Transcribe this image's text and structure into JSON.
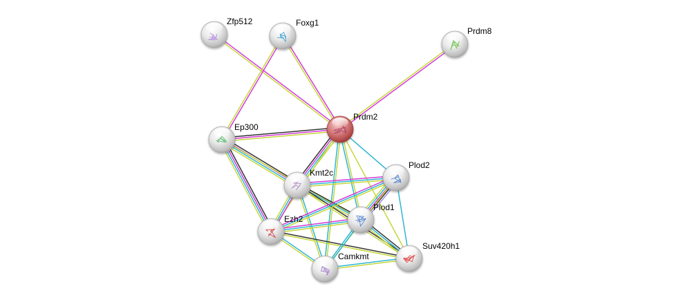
{
  "title": "Protein interaction network",
  "colors": {
    "query_node": "#c0504d",
    "node": "#d0d0d0",
    "edge_textmining": "#c6d63a",
    "edge_experiments": "#d23ad8",
    "edge_database": "#2eb5d3",
    "edge_coexpression": "#333333",
    "edge_homology": "#9c8ddc"
  },
  "nodes": [
    {
      "id": "Zfp512",
      "label": "Zfp512",
      "query": false,
      "structure_color": "#b48ee0"
    },
    {
      "id": "Foxg1",
      "label": "Foxg1",
      "query": false,
      "structure_color": "#3aa0d0"
    },
    {
      "id": "Prdm8",
      "label": "Prdm8",
      "query": false,
      "structure_color": "#6fbf4a"
    },
    {
      "id": "Prdm2",
      "label": "Prdm2",
      "query": true,
      "structure_color": "#a0305a"
    },
    {
      "id": "Ep300",
      "label": "Ep300",
      "query": false,
      "structure_color": "#4bb860"
    },
    {
      "id": "Kmt2c",
      "label": "Kmt2c",
      "query": false,
      "structure_color": "#b08bc8"
    },
    {
      "id": "Plod2",
      "label": "Plod2",
      "query": false,
      "structure_color": "#4a7fd0"
    },
    {
      "id": "Plod1",
      "label": "Plod1",
      "query": false,
      "structure_color": "#4a7fd0"
    },
    {
      "id": "Ezh2",
      "label": "Ezh2",
      "query": false,
      "structure_color": "#d03a3a"
    },
    {
      "id": "Camkmt",
      "label": "Camkmt",
      "query": false,
      "structure_color": "#a07ac8"
    },
    {
      "id": "Suv420h1",
      "label": "Suv420h1",
      "query": false,
      "structure_color": "#e04040"
    }
  ],
  "edges": [
    {
      "source": "Zfp512",
      "target": "Prdm2",
      "types": [
        "experiments",
        "textmining"
      ]
    },
    {
      "source": "Foxg1",
      "target": "Prdm2",
      "types": [
        "experiments",
        "textmining"
      ]
    },
    {
      "source": "Foxg1",
      "target": "Ep300",
      "types": [
        "experiments",
        "textmining"
      ]
    },
    {
      "source": "Prdm8",
      "target": "Prdm2",
      "types": [
        "experiments",
        "textmining"
      ]
    },
    {
      "source": "Ep300",
      "target": "Prdm2",
      "types": [
        "coexpression",
        "experiments",
        "textmining"
      ]
    },
    {
      "source": "Kmt2c",
      "target": "Prdm2",
      "types": [
        "coexpression",
        "experiments",
        "database",
        "textmining"
      ]
    },
    {
      "source": "Ezh2",
      "target": "Prdm2",
      "types": [
        "textmining"
      ]
    },
    {
      "source": "Camkmt",
      "target": "Prdm2",
      "types": [
        "database",
        "textmining"
      ]
    },
    {
      "source": "Plod1",
      "target": "Prdm2",
      "types": [
        "database",
        "textmining"
      ]
    },
    {
      "source": "Plod2",
      "target": "Prdm2",
      "types": [
        "database"
      ]
    },
    {
      "source": "Suv420h1",
      "target": "Prdm2",
      "types": [
        "textmining"
      ]
    },
    {
      "source": "Ep300",
      "target": "Kmt2c",
      "types": [
        "coexpression",
        "experiments",
        "database",
        "textmining"
      ]
    },
    {
      "source": "Ep300",
      "target": "Ezh2",
      "types": [
        "coexpression",
        "experiments",
        "database",
        "textmining"
      ]
    },
    {
      "source": "Ep300",
      "target": "Plod1",
      "types": [
        "textmining"
      ]
    },
    {
      "source": "Kmt2c",
      "target": "Ezh2",
      "types": [
        "experiments",
        "database",
        "textmining"
      ]
    },
    {
      "source": "Kmt2c",
      "target": "Plod2",
      "types": [
        "experiments",
        "database",
        "textmining"
      ]
    },
    {
      "source": "Kmt2c",
      "target": "Plod1",
      "types": [
        "coexpression",
        "database",
        "textmining"
      ]
    },
    {
      "source": "Kmt2c",
      "target": "Camkmt",
      "types": [
        "database",
        "textmining"
      ]
    },
    {
      "source": "Kmt2c",
      "target": "Suv420h1",
      "types": [
        "coexpression",
        "textmining"
      ]
    },
    {
      "source": "Ezh2",
      "target": "Plod2",
      "types": [
        "experiments",
        "database",
        "textmining"
      ]
    },
    {
      "source": "Ezh2",
      "target": "Plod1",
      "types": [
        "experiments",
        "database",
        "textmining"
      ]
    },
    {
      "source": "Ezh2",
      "target": "Camkmt",
      "types": [
        "database",
        "textmining"
      ]
    },
    {
      "source": "Ezh2",
      "target": "Suv420h1",
      "types": [
        "coexpression",
        "textmining"
      ]
    },
    {
      "source": "Plod2",
      "target": "Plod1",
      "types": [
        "homology",
        "coexpression",
        "experiments",
        "database",
        "textmining"
      ]
    },
    {
      "source": "Plod2",
      "target": "Suv420h1",
      "types": [
        "database"
      ]
    },
    {
      "source": "Plod2",
      "target": "Camkmt",
      "types": [
        "textmining"
      ]
    },
    {
      "source": "Plod1",
      "target": "Camkmt",
      "types": [
        "database",
        "database"
      ]
    },
    {
      "source": "Plod1",
      "target": "Suv420h1",
      "types": [
        "coexpression",
        "database",
        "textmining"
      ]
    },
    {
      "source": "Camkmt",
      "target": "Suv420h1",
      "types": [
        "database",
        "textmining"
      ]
    }
  ]
}
